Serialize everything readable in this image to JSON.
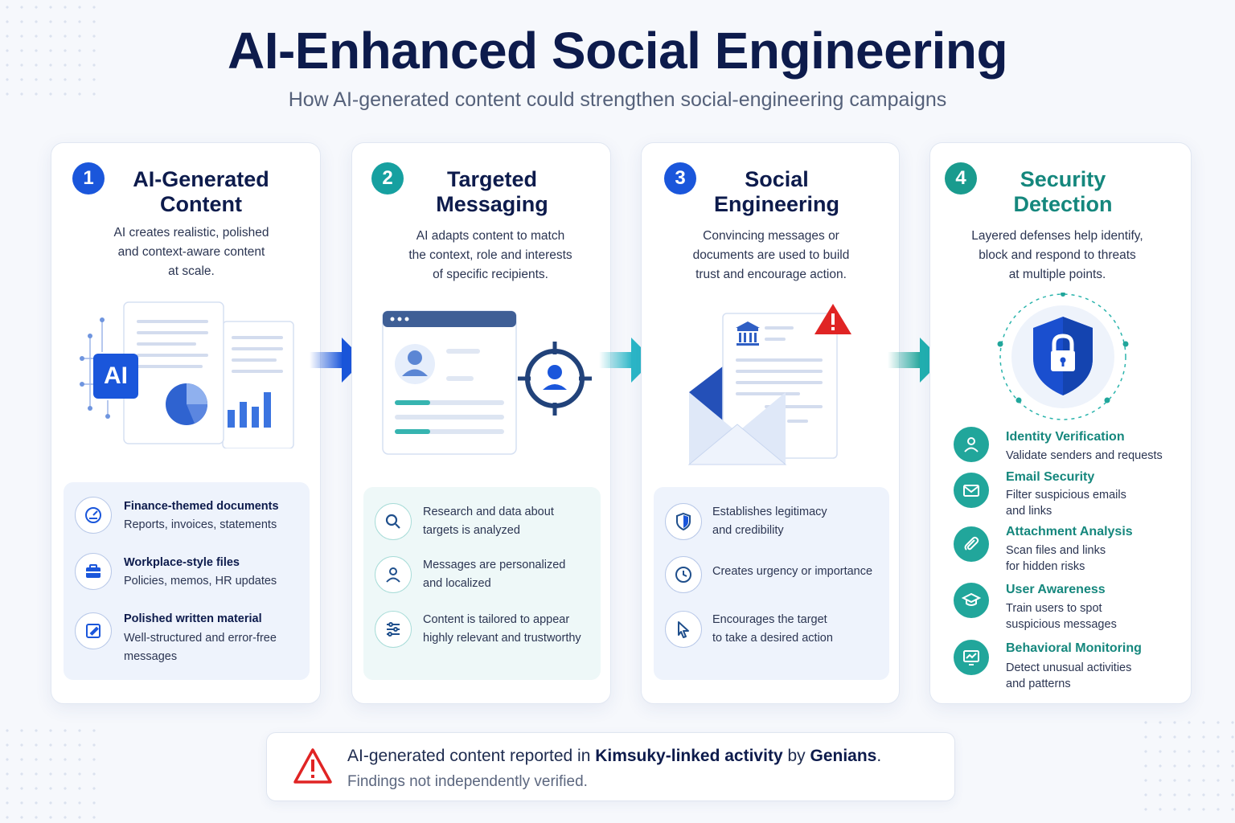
{
  "header": {
    "title": "AI-Enhanced Social Engineering",
    "subtitle": "How AI-generated content could strengthen social-engineering campaigns"
  },
  "colors": {
    "navy": "#0d1b4c",
    "blue": "#1a56db",
    "teal": "#21a69b",
    "alert_red": "#e02424"
  },
  "steps": [
    {
      "number": "1",
      "title_line1": "AI-Generated",
      "title_line2": "Content",
      "desc": [
        "AI creates realistic, polished",
        "and context-aware content",
        "at scale."
      ],
      "illustration_badge": "AI",
      "items": [
        {
          "icon": "chart-gauge-icon",
          "title": "Finance-themed documents",
          "sub": "Reports, invoices, statements"
        },
        {
          "icon": "briefcase-icon",
          "title": "Workplace-style files",
          "sub": "Policies, memos, HR updates"
        },
        {
          "icon": "pencil-icon",
          "title": "Polished written material",
          "sub": "Well-structured and error-free",
          "sub2": "messages"
        }
      ]
    },
    {
      "number": "2",
      "title_line1": "Targeted",
      "title_line2": "Messaging",
      "desc": [
        "AI adapts content to match",
        "the context, role and interests",
        "of specific recipients."
      ],
      "items": [
        {
          "icon": "magnifier-icon",
          "line1": "Research and data about",
          "line2": "targets is analyzed"
        },
        {
          "icon": "user-icon",
          "line1": "Messages are personalized",
          "line2": "and localized"
        },
        {
          "icon": "sliders-icon",
          "line1": "Content is tailored to appear",
          "line2": "highly relevant and trustworthy"
        }
      ]
    },
    {
      "number": "3",
      "title_line1": "Social",
      "title_line2": "Engineering",
      "desc": [
        "Convincing messages or",
        "documents are used to build",
        "trust and encourage action."
      ],
      "items": [
        {
          "icon": "shield-icon",
          "line1": "Establishes legitimacy",
          "line2": "and credibility"
        },
        {
          "icon": "clock-icon",
          "line1": "Creates urgency or importance",
          "line2": ""
        },
        {
          "icon": "cursor-icon",
          "line1": "Encourages the target",
          "line2": "to take a desired action"
        }
      ]
    },
    {
      "number": "4",
      "title_line1": "Security",
      "title_line2": "Detection",
      "desc": [
        "Layered defenses help identify,",
        "block and respond to threats",
        "at multiple points."
      ],
      "items": [
        {
          "icon": "person-icon",
          "title": "Identity Verification",
          "sub": "Validate senders and requests",
          "sub2": ""
        },
        {
          "icon": "envelope-icon",
          "title": "Email Security",
          "sub": "Filter suspicious emails",
          "sub2": "and links"
        },
        {
          "icon": "paperclip-icon",
          "title": "Attachment Analysis",
          "sub": "Scan files and links",
          "sub2": "for hidden risks"
        },
        {
          "icon": "graduation-cap-icon",
          "title": "User Awareness",
          "sub": "Train users to spot",
          "sub2": "suspicious messages"
        },
        {
          "icon": "monitor-chart-icon",
          "title": "Behavioral Monitoring",
          "sub": "Detect unusual activities",
          "sub2": "and patterns"
        }
      ]
    }
  ],
  "footer": {
    "prefix": "AI-generated content reported in ",
    "bold1": "Kimsuky-linked activity",
    "middle": " by ",
    "bold2": "Genians",
    "suffix": ".",
    "note": "Findings not independently verified."
  }
}
